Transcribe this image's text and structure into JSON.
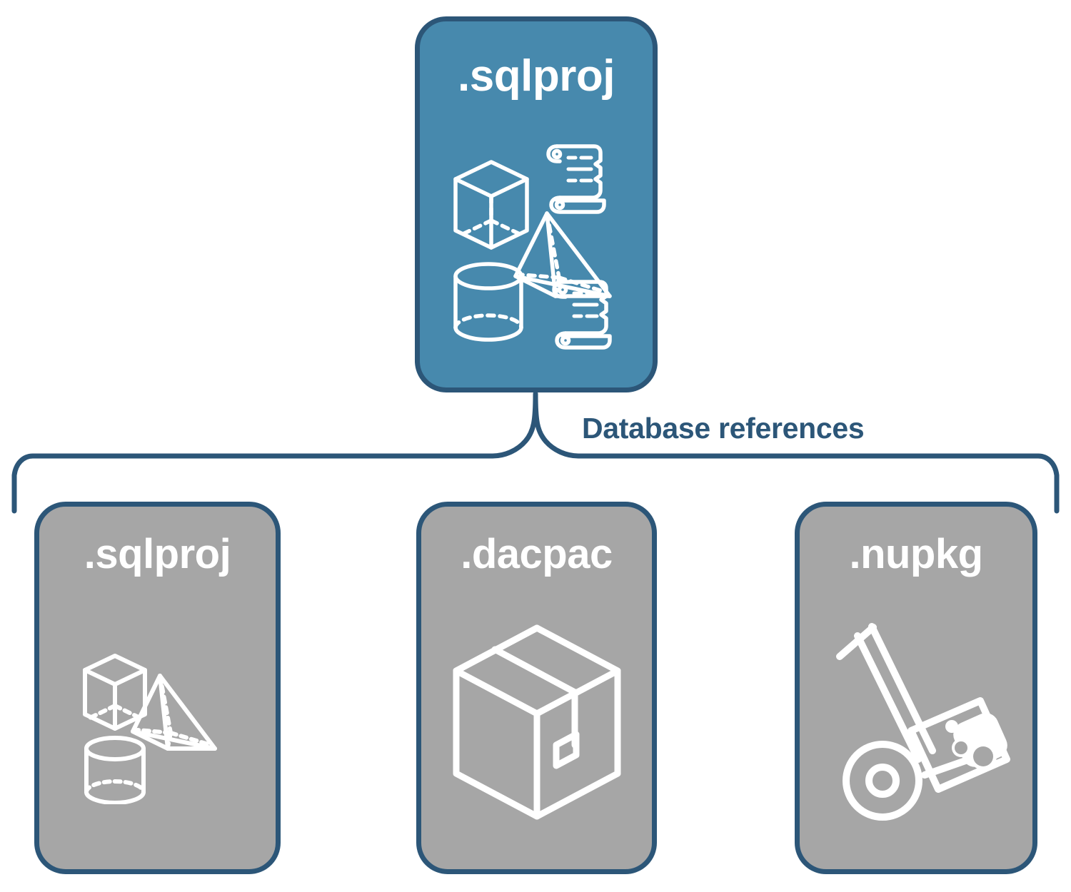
{
  "diagram": {
    "title_text": "Database references",
    "type": "hierarchy",
    "colors": {
      "primary_fill": "#4789ad",
      "secondary_fill": "#a6a6a6",
      "outline": "#2c5678",
      "icon_stroke": "#ffffff",
      "label_text": "#2c5678",
      "card_text": "#ffffff",
      "background": "#ffffff"
    },
    "root": {
      "label": ".sqlproj",
      "style": "primary",
      "icons": [
        "cube-3d-icon",
        "pyramid-3d-icon",
        "cylinder-3d-icon",
        "script-scroll-icon",
        "script-scroll-icon"
      ]
    },
    "connector": {
      "label": "Database references",
      "style": "curly-brace-down"
    },
    "children": [
      {
        "label": ".sqlproj",
        "style": "secondary",
        "icons": [
          "cube-3d-icon",
          "pyramid-3d-icon",
          "cylinder-3d-icon"
        ]
      },
      {
        "label": ".dacpac",
        "style": "secondary",
        "icons": [
          "shipping-box-icon"
        ]
      },
      {
        "label": ".nupkg",
        "style": "secondary",
        "icons": [
          "hand-truck-package-icon"
        ]
      }
    ]
  }
}
